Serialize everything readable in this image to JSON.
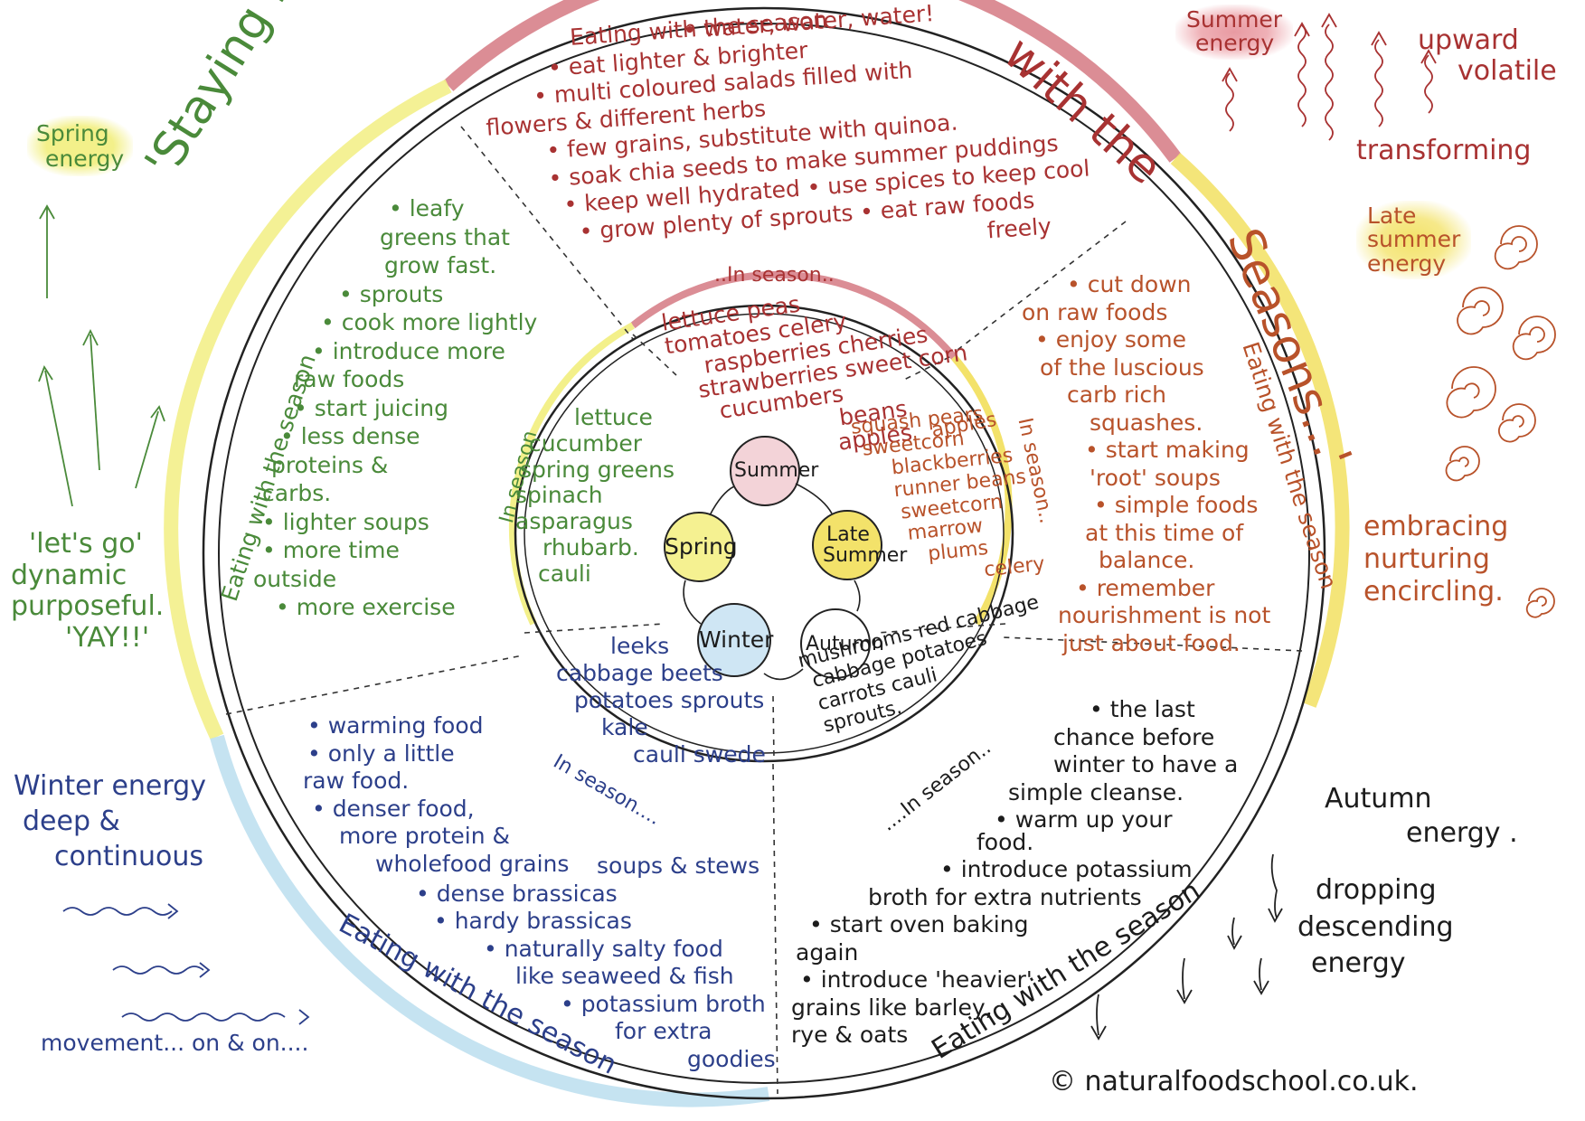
{
  "title": {
    "part1": "'Staying Healthy",
    "part2": "with the",
    "part3": "Seasons...'"
  },
  "ring_labels": {
    "summer": "Eating with the season",
    "spring": "Eating with the season",
    "late_summer": "Eating with the season",
    "winter": "Eating with the season",
    "autumn": "Eating with the season"
  },
  "in_season_labels": {
    "summer": "..In season..",
    "spring": "In season",
    "late_summer": "In season..",
    "winter": "In season....",
    "autumn": "....In season.."
  },
  "summer_tips": [
    "• water, water, water!",
    "• eat lighter & brighter",
    "• multi coloured salads filled with",
    "flowers & different herbs",
    "• few grains, substitute with quinoa.",
    "• soak chia seeds to make summer puddings",
    "• keep well hydrated  • use spices to keep cool",
    "• grow plenty of sprouts   • eat raw foods",
    "freely"
  ],
  "spring_tips": [
    "• leafy",
    "greens that",
    "grow fast.",
    "• sprouts",
    "• cook more lightly",
    "• introduce more",
    "raw foods",
    "• start juicing",
    "• less dense",
    "proteins &",
    "carbs.",
    "• lighter soups",
    "• more time",
    "outside",
    "• more exercise"
  ],
  "late_summer_tips": [
    "• cut down",
    "on raw foods",
    "• enjoy some",
    "of the luscious",
    "carb rich",
    "squashes.",
    "• start making",
    "'root' soups",
    "• simple foods",
    "at this time of",
    "balance.",
    "• remember",
    "nourishment is not",
    "just about food."
  ],
  "winter_tips": [
    "• warming food",
    "• only a little",
    "raw food.",
    "• denser food,",
    "more protein &",
    "wholefood grains",
    "soups & stews",
    "• dense brassicas",
    "• hardy brassicas",
    "• naturally salty food",
    "like seaweed & fish",
    "• potassium broth",
    "for extra",
    "goodies"
  ],
  "autumn_tips": [
    "• the last",
    "chance before",
    "winter to have a",
    "simple cleanse.",
    "• warm up your",
    "food.",
    "• introduce potassium",
    "broth for extra nutrients",
    "• start oven baking",
    "again",
    "• introduce 'heavier'",
    "grains like barley,",
    "rye & oats"
  ],
  "in_season_foods": {
    "summer": [
      "lettuce  peas",
      "tomatoes celery",
      "raspberries cherries",
      "strawberries sweet corn",
      "cucumbers",
      "beans",
      "apples"
    ],
    "spring": [
      "lettuce",
      "cucumber",
      "spring greens",
      "spinach",
      "asparagus",
      "rhubarb.",
      "cauli"
    ],
    "late_summer": [
      "squash pears",
      "sweetcorn",
      "blackberries",
      "runner beans",
      "sweetcorn",
      "marrow",
      "plums",
      "celery",
      "apples"
    ],
    "winter": [
      "leeks",
      "cabbage beets",
      "potatoes sprouts",
      "kale",
      "cauli  swede"
    ],
    "autumn": [
      "mushrooms red cabbage",
      "cabbage potatoes",
      "carrots cauli",
      "sprouts."
    ]
  },
  "cycle": {
    "summer": "Summer",
    "late_summer": "Late Summer",
    "autumn": "Autumn",
    "winter": "Winter",
    "spring": "Spring"
  },
  "energies": {
    "spring": {
      "title": [
        "Spring",
        "energy"
      ],
      "words": [
        "'let's go'",
        "dynamic",
        "purposeful.",
        "'YAY!!'"
      ]
    },
    "summer": {
      "title": [
        "Summer",
        "energy"
      ],
      "words": [
        "upward",
        "volatile",
        "transforming"
      ]
    },
    "late_summer": {
      "title": [
        "Late",
        "summer",
        "energy"
      ],
      "words": [
        "embracing",
        "nurturing",
        "encircling."
      ]
    },
    "winter": {
      "title": [
        "Winter energy",
        "deep &",
        "continuous"
      ],
      "words": [
        "movement... on & on...."
      ]
    },
    "autumn": {
      "title": [
        "Autumn",
        "energy ."
      ],
      "words": [
        "dropping",
        "descending",
        "energy"
      ]
    }
  },
  "copyright": "© naturalfoodschool.co.uk.",
  "colors": {
    "spring": "#f3f08a",
    "summer": "#d2707a",
    "late_summer": "#f3e26a",
    "autumn": "#ffffff",
    "winter": "#bfe0f0",
    "green_ink": "#4a8a3a",
    "red_ink": "#a83232",
    "blue_ink": "#2c3f8a",
    "orange_ink": "#b8522a"
  }
}
